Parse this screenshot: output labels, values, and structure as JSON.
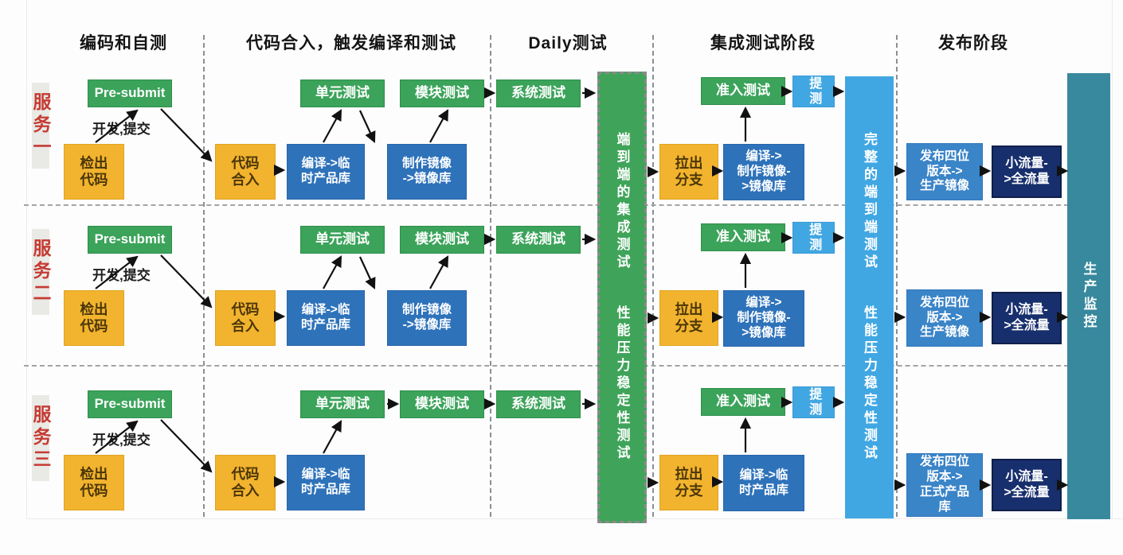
{
  "stages": [
    {
      "label": "编码和自测"
    },
    {
      "label": "代码合入，触发编译和测试"
    },
    {
      "label": "Daily测试"
    },
    {
      "label": "集成测试阶段"
    },
    {
      "label": "发布阶段"
    }
  ],
  "services": [
    "服务一",
    "服务二",
    "服务三"
  ],
  "bars": {
    "daily": {
      "line1": "端到端的集成测试",
      "line2": "性能压力稳定性测试"
    },
    "integration": {
      "line1": "完整的端到端测试",
      "line2": "性能压力稳定性测试"
    },
    "monitor": {
      "label": "生产监控"
    }
  },
  "rows": [
    {
      "presubmit": "Pre-submit",
      "dev_commit": "开发,提交",
      "checkout": "检出\n代码",
      "merge": "代码\n合入",
      "compile_temp": "编译->临\n时产品库",
      "unit_test": "单元测试",
      "make_image": "制作镜像\n->镜像库",
      "module_test": "模块测试",
      "system_test": "系统测试",
      "pull_branch": "拉出\n分支",
      "integration_build": "编译->\n制作镜像-\n>镜像库",
      "admission_test": "准入测试",
      "submit_test": "提测",
      "release": "发布四位\n版本->\n生产镜像",
      "traffic": "小流量-\n>全流量"
    },
    {
      "presubmit": "Pre-submit",
      "dev_commit": "开发,提交",
      "checkout": "检出\n代码",
      "merge": "代码\n合入",
      "compile_temp": "编译->临\n时产品库",
      "unit_test": "单元测试",
      "make_image": "制作镜像\n->镜像库",
      "module_test": "模块测试",
      "system_test": "系统测试",
      "pull_branch": "拉出\n分支",
      "integration_build": "编译->\n制作镜像-\n>镜像库",
      "admission_test": "准入测试",
      "submit_test": "提测",
      "release": "发布四位\n版本->\n生产镜像",
      "traffic": "小流量-\n>全流量"
    },
    {
      "presubmit": "Pre-submit",
      "dev_commit": "开发,提交",
      "checkout": "检出\n代码",
      "merge": "代码\n合入",
      "compile_temp": "编译->临\n时产品库",
      "unit_test": "单元测试",
      "module_test": "模块测试",
      "system_test": "系统测试",
      "pull_branch": "拉出\n分支",
      "integration_build": "编译->临\n时产品库",
      "admission_test": "准入测试",
      "submit_test": "提测",
      "release": "发布四位\n版本->\n正式产品\n库",
      "traffic": "小流量-\n>全流量"
    }
  ],
  "colors": {
    "green": "#3ba35a",
    "yellow": "#f2b32e",
    "blue": "#2e72ba",
    "release_blue": "#3a84c8",
    "light_blue": "#41a7e3",
    "navy": "#182f6d",
    "teal": "#38899e",
    "red_label": "#c53b33"
  }
}
